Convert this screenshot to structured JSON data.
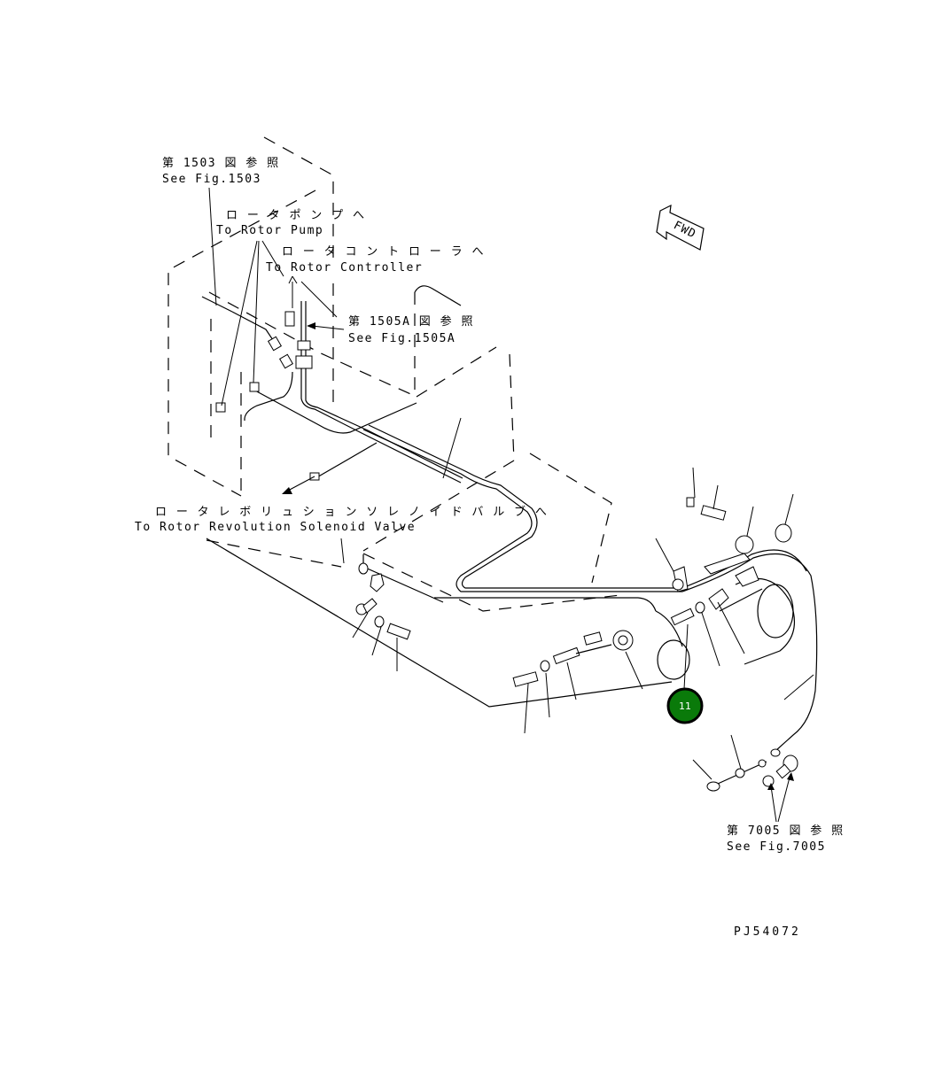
{
  "labels": {
    "fig1503_jp": "第 1503 図 参 照",
    "fig1503_en": "See Fig.1503",
    "rotor_pump_jp": "ロ ー タ ポ ン プ へ",
    "rotor_pump_en": "To Rotor Pump",
    "rotor_controller_jp": "ロ ー タ コ ン ト ロ ー ラ へ",
    "rotor_controller_en": "To Rotor Controller",
    "fig1505a_jp": "第 1505A 図 参 照",
    "fig1505a_en": "See Fig.1505A",
    "solenoid_jp": "ロ ー タ レ ボ リ ュ シ ョ ン ソ レ ノ イ ド バ ル ブ へ",
    "solenoid_en": "To Rotor Revolution Solenoid Valve",
    "fig7005_jp": "第 7005 図 参 照",
    "fig7005_en": "See Fig.7005",
    "fwd": "FWD",
    "drawing_number": "PJ54072"
  },
  "callout": {
    "number": "11",
    "color": "#0a7a0a"
  }
}
